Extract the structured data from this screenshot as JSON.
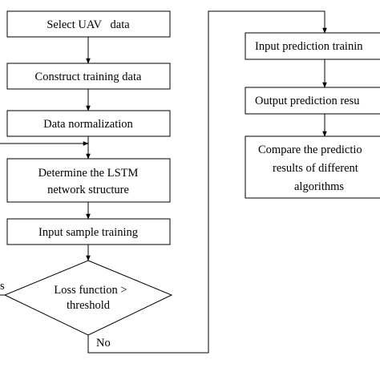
{
  "nodes": {
    "select_data": "Select UAV   data",
    "construct": "Construct training data",
    "normalize": "Data normalization",
    "lstm": [
      "Determine the LSTM",
      "network structure"
    ],
    "sample_training": "Input sample training",
    "decision": [
      "Loss function >",
      "threshold"
    ],
    "pred_training": "Input prediction trainin",
    "output_pred": "Output prediction resu",
    "compare": [
      "Compare the predictio",
      "results of different",
      "algorithms"
    ]
  },
  "edges": {
    "no_label": "No",
    "yes_label": "s"
  }
}
